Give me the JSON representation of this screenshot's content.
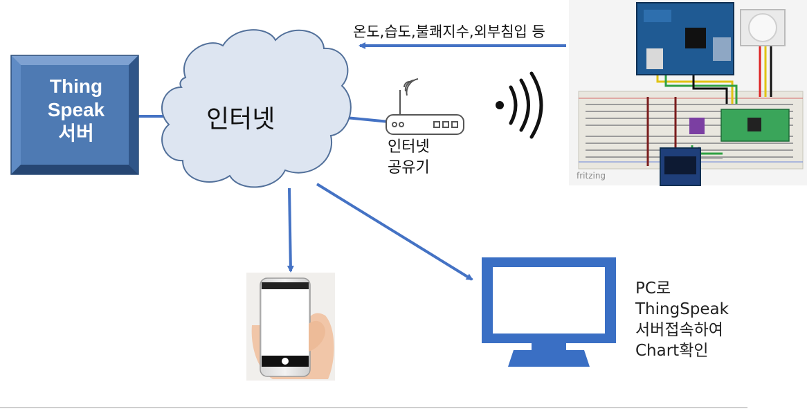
{
  "diagram": {
    "server": {
      "line1": "Thing",
      "line2": "Speak",
      "line3": "서버"
    },
    "cloud": {
      "label": "인터넷"
    },
    "sensor_caption": "온도,습도,불쾌지수,외부침입  등",
    "router": {
      "line1": "인터넷",
      "line2": "공유기"
    },
    "pc_caption": [
      "PC로",
      "ThingSpeak",
      "서버접속하여",
      "Chart확인"
    ],
    "hardware_photo": {
      "watermark": "fritzing"
    },
    "colors": {
      "server_fill": "#4f7cb6",
      "server_border": "#2d4e79",
      "cloud_fill": "#dde5f1",
      "cloud_stroke": "#52709a",
      "arrow": "#4472c4",
      "monitor": "#3a6fc4",
      "board_blue": "#1f5a93"
    },
    "icons": [
      "wifi-signal-icon",
      "router-icon",
      "smartphone-icon",
      "monitor-icon"
    ]
  }
}
